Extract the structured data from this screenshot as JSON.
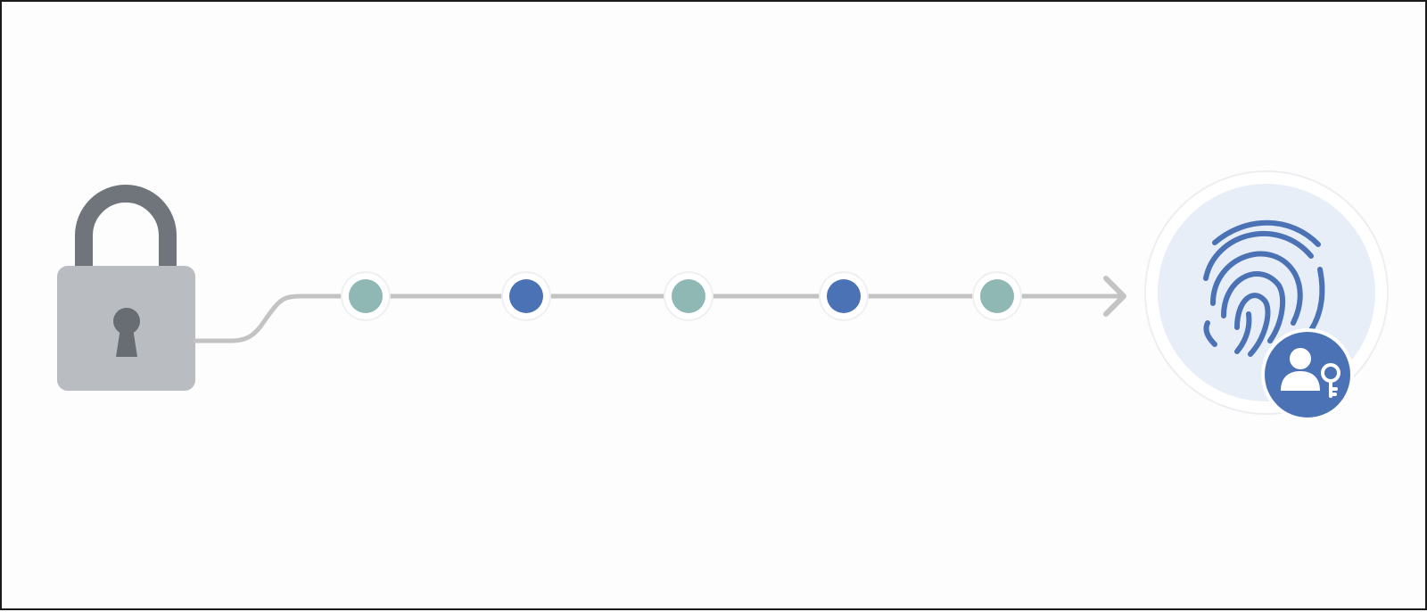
{
  "diagram": {
    "type": "flow",
    "start_node": {
      "icon": "padlock-icon",
      "state": "locked"
    },
    "end_node": {
      "icon": "fingerprint-icon",
      "badge_icon": "user-key-icon"
    },
    "steps": [
      {
        "color": "#8fb8b4"
      },
      {
        "color": "#4a72b5"
      },
      {
        "color": "#8fb8b4"
      },
      {
        "color": "#4a72b5"
      },
      {
        "color": "#8fb8b4"
      }
    ],
    "direction": "left-to-right",
    "colors": {
      "lock_shackle": "#6f757a",
      "lock_body": "#b9bcc0",
      "keyhole": "#676d72",
      "connector": "#c3c3c3",
      "teal": "#8fb8b4",
      "blue": "#4a72b5",
      "circle_bg": "#e8eef8",
      "circle_ring": "#eceef1",
      "badge": "#4a72b5"
    }
  }
}
